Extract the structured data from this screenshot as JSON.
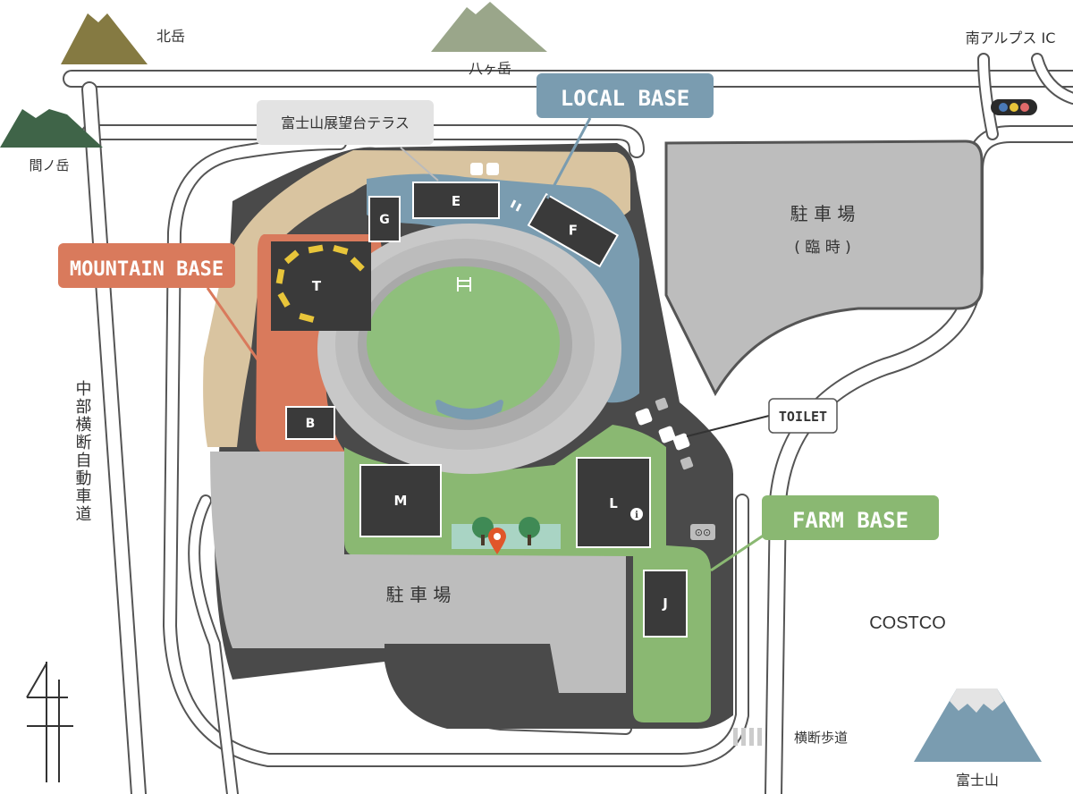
{
  "mountains": {
    "hokudake": "北岳",
    "yatsugatake": "八ヶ岳",
    "ainodake": "間ノ岳",
    "fujisan": "富士山"
  },
  "roads": {
    "minami_alps_ic": "南アルプス IC",
    "chubu_odan": "中部横断自動車道",
    "crosswalk": "横断歩道"
  },
  "landmarks": {
    "fuji_terrace": "富士山展望台テラス",
    "parking_temp": "駐 車 場",
    "parking_temp_sub": "( 臨 時 )",
    "parking_main": "駐 車 場",
    "costco": "COSTCO",
    "toilet": "TOILET"
  },
  "bases": {
    "local": "LOCAL BASE",
    "mountain": "MOUNTAIN BASE",
    "farm": "FARM BASE"
  },
  "buildings": {
    "e": "E",
    "f": "F",
    "g": "G",
    "t": "T",
    "b": "B",
    "m": "M",
    "l": "L",
    "j": "J"
  },
  "colors": {
    "local_base": "#7a9cb0",
    "mountain_base": "#d97a5c",
    "farm_base": "#8ab872",
    "building": "#3a3a3a",
    "parking": "#bdbdbd",
    "venue_dark": "#4a4a4a",
    "sand": "#d9c4a0",
    "field": "#8fbf7c",
    "track": "#c8c8c8"
  }
}
